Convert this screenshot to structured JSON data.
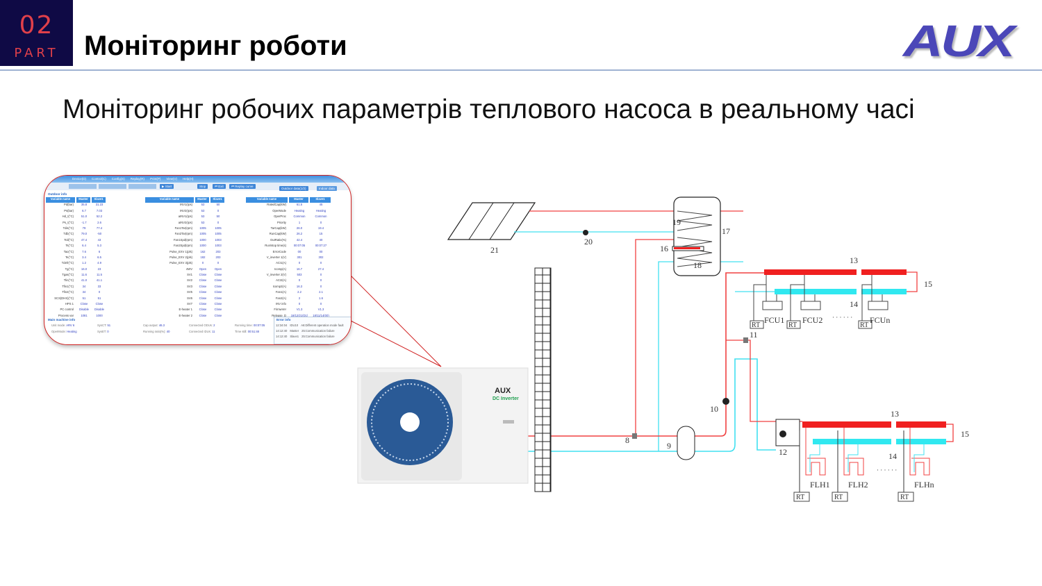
{
  "header": {
    "part_number": "02",
    "part_label": "PART",
    "title": "Моніторинг роботи",
    "logo": "AUX"
  },
  "subtitle": "Моніторинг робочих параметрів теплового насоса в реальному часі",
  "software": {
    "menu": [
      "Device(D)",
      "Control(C)",
      "Config(S)",
      "Replay(R)",
      "Print(P)",
      "View(V)",
      "Help(H)"
    ],
    "toolbar": {
      "start": "▶ Start",
      "stop": "Stop",
      "exit": "⏮ Exit",
      "replay": "⏮ Replay curve",
      "tab_outdoor": "Outdoor data(1/2)",
      "tab_indoor": "Indoor data"
    },
    "outdoor_section": "Outdoor info",
    "columns": [
      "Variable name",
      "Master",
      "Slave1"
    ],
    "tables": [
      [
        [
          "Pd(bar)",
          "35.8",
          "31.23"
        ],
        [
          "Ps(bar)",
          "6.7",
          "7.03"
        ],
        [
          "Hd_t(°C)",
          "51.0",
          "52.2"
        ],
        [
          "Ps_t(°C)",
          "-1.7",
          "2.6"
        ],
        [
          "Tdis(°C)",
          "79",
          "77.4"
        ],
        [
          "Tdb(°C)",
          "79.0",
          "-50"
        ],
        [
          "Toil(°C)",
          "47.4",
          "43"
        ],
        [
          "Ts(°C)",
          "6.4",
          "5.3"
        ],
        [
          "Tao(°C)",
          "7.6",
          "6"
        ],
        [
          "Te(°C)",
          "3.4",
          "6.5"
        ],
        [
          "Tdefr(°C)",
          "1.2",
          "4.9"
        ],
        [
          "Tg(°C)",
          "16.0",
          "23"
        ],
        [
          "Tgas(°C)",
          "11.6",
          "11.5"
        ],
        [
          "Tlin(°C)",
          "41.0",
          "41.1"
        ],
        [
          "Tfin1(°C)",
          "34",
          "33"
        ],
        [
          "Tfin2(°C)",
          "34",
          "0"
        ],
        [
          "SCS(DHS)(°C)",
          "51",
          "51"
        ],
        [
          "HPS 1",
          "Close",
          "Close"
        ],
        [
          "PC control",
          "Disable",
          "Disable"
        ],
        [
          "Process var",
          "1081",
          "1000"
        ]
      ],
      [
        [
          "INV1(rps)",
          "53",
          "50"
        ],
        [
          "INV2(rps)",
          "53",
          "0"
        ],
        [
          "aINV1(rps)",
          "53",
          "50"
        ],
        [
          "aINV2(rps)",
          "53",
          "0"
        ],
        [
          "Fan1Tar(rpm)",
          "1005",
          "1005"
        ],
        [
          "Fan2Tar(rpm)",
          "1005",
          "1005"
        ],
        [
          "Fan1Spd(rpm)",
          "1000",
          "1003"
        ],
        [
          "Fan2Spd(rpm)",
          "1000",
          "1003"
        ],
        [
          "Pulse_EXV 1(pls)",
          "162",
          "203"
        ],
        [
          "Pulse_EXV 2(pls)",
          "182",
          "203"
        ],
        [
          "Pulse_EXV 3(pls)",
          "0",
          "0"
        ],
        [
          "4WV",
          "Open",
          "Open"
        ],
        [
          "SV1",
          "Close",
          "Close"
        ],
        [
          "SV2",
          "Close",
          "Close"
        ],
        [
          "SV3",
          "Close",
          "Close"
        ],
        [
          "SV5",
          "Close",
          "Close"
        ],
        [
          "SV6",
          "Close",
          "Close"
        ],
        [
          "SV7",
          "Close",
          "Close"
        ],
        [
          "E-heater 1",
          "Close",
          "Close"
        ],
        [
          "E-heater 2",
          "Close",
          "Close"
        ]
      ],
      [
        [
          "RatedCap(kW)",
          "61.5",
          "45"
        ],
        [
          "OperMode",
          "Heating",
          "Heating"
        ],
        [
          "OperProc",
          "Common",
          "Common"
        ],
        [
          "Priority",
          "1",
          "0"
        ],
        [
          "TarCap(kW)",
          "26.0",
          "19.4"
        ],
        [
          "RunCap(kW)",
          "26.2",
          "15"
        ],
        [
          "OutRatio(%)",
          "42.4",
          "40"
        ],
        [
          "Run/stop time(s)",
          "00:07:05",
          "00:07:27"
        ],
        [
          "ErrorCode",
          "00",
          "00"
        ],
        [
          "V_inverter 1(V)",
          "301",
          "302"
        ],
        [
          "ACI1(A)",
          "0",
          "0"
        ],
        [
          "Icomp(A)",
          "16.7",
          "27.4"
        ],
        [
          "V_inverter 2(V)",
          "503",
          "0"
        ],
        [
          "ACI2(A)",
          "0",
          "0"
        ],
        [
          "Icomp2(A)",
          "16.3",
          "0"
        ],
        [
          "Fan1(A)",
          "2.2",
          "2.1"
        ],
        [
          "Fan2(A)",
          "2",
          "1.6"
        ],
        [
          "INV info",
          "0",
          "0"
        ],
        [
          "FirmwVer",
          "V1.3",
          "V1.3"
        ],
        [
          "Release_D",
          "18/12/21(D1)",
          "18/11/14(00)"
        ]
      ]
    ],
    "main_section": "Main machine info",
    "main_info": [
      [
        "Unit mode:",
        "ARV 6"
      ],
      [
        "SysCT:",
        "51"
      ],
      [
        "Cap.output:",
        "46.3"
      ],
      [
        "Connected ODUs:",
        "2"
      ],
      [
        "Running time:",
        "00:07:05"
      ],
      [
        "OperMode:",
        "Heating"
      ],
      [
        "SysET:",
        "0"
      ],
      [
        "Running ratio(%):",
        "40"
      ],
      [
        "Connected IDUs:",
        "11"
      ],
      [
        "Time still:",
        "00:51:48"
      ]
    ],
    "error_section": "Error info",
    "errors": [
      [
        "12:34:04",
        "IDU10",
        "A6:Different operation mode fault"
      ],
      [
        "14:12:40",
        "Master",
        "25:Communication failure"
      ],
      [
        "14:12:40",
        "Slave1",
        "25:Communication failure"
      ]
    ]
  },
  "diagram": {
    "labels": {
      "solar": "21",
      "pump20": "20",
      "tank_coil_top": "19",
      "tank": "17",
      "heater": "16",
      "tank_coil_bottom": "18",
      "valve8": "8",
      "buffer": "9",
      "pump10": "10",
      "valve11": "11",
      "unit12": "12",
      "manifold_hot_top": "13",
      "manifold_cold_top": "14",
      "valve15_top": "15",
      "manifold_hot_bottom": "13",
      "manifold_cold_bottom": "14",
      "valve15_bottom": "15"
    },
    "fcu": [
      "FCU1",
      "FCU2",
      "FCUn"
    ],
    "flh": [
      "FLH1",
      "FLH2",
      "FLHn"
    ],
    "rt": "RT",
    "ellipsis": "· · · · · ·",
    "unit_brand": "AUX",
    "unit_sub": "DC Inverter",
    "colors": {
      "hot": "#f02020",
      "cold": "#30e0f0"
    }
  }
}
